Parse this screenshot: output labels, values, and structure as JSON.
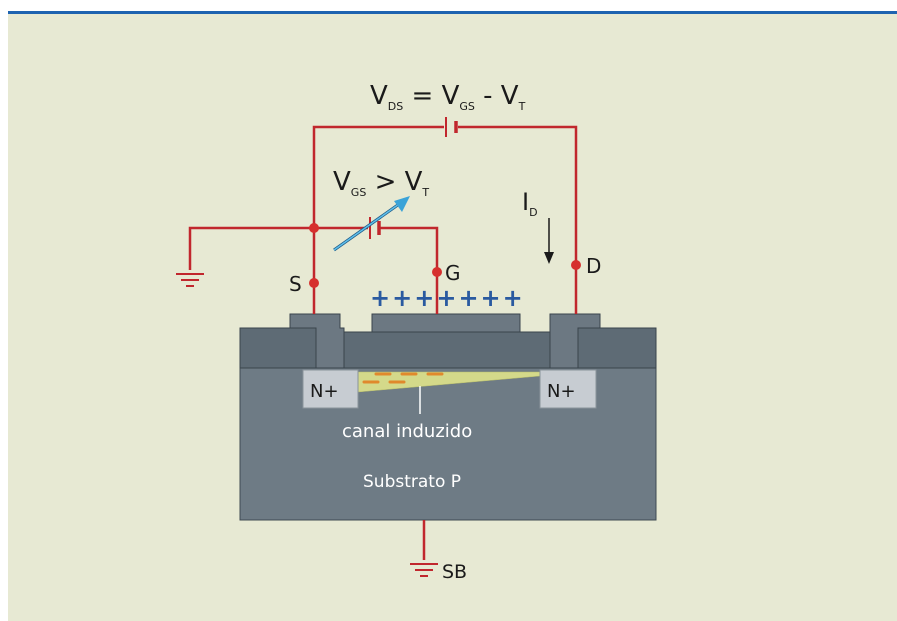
{
  "equations": {
    "vds": {
      "main": "V",
      "sub1": "DS",
      "eq": " = V",
      "sub2": "GS",
      "mid": " - V",
      "sub3": "T"
    },
    "vgs": {
      "main": "V",
      "sub1": "GS",
      "gt": " > V",
      "sub2": "T"
    },
    "id": {
      "main": "I",
      "sub": "D"
    }
  },
  "terminals": {
    "source": "S",
    "gate": "G",
    "drain": "D",
    "body": "SB"
  },
  "regions": {
    "n_left": "N+",
    "n_right": "N+",
    "channel": "canal induzido",
    "substrate": "Substrato P"
  },
  "charges": {
    "plus": "+++++++",
    "minus": "- - -"
  },
  "colors": {
    "wire": "#c1272d",
    "node": "#d6302e",
    "oxide": "#5e6b75",
    "substrate": "#6e7b85",
    "nplus": "#c7ccd2",
    "channel": "#d4d98a",
    "plus": "#2a5aa0",
    "minus": "#e0892c",
    "accent_line": "#1e63b0",
    "panel_bg": "#e7e9d3"
  }
}
